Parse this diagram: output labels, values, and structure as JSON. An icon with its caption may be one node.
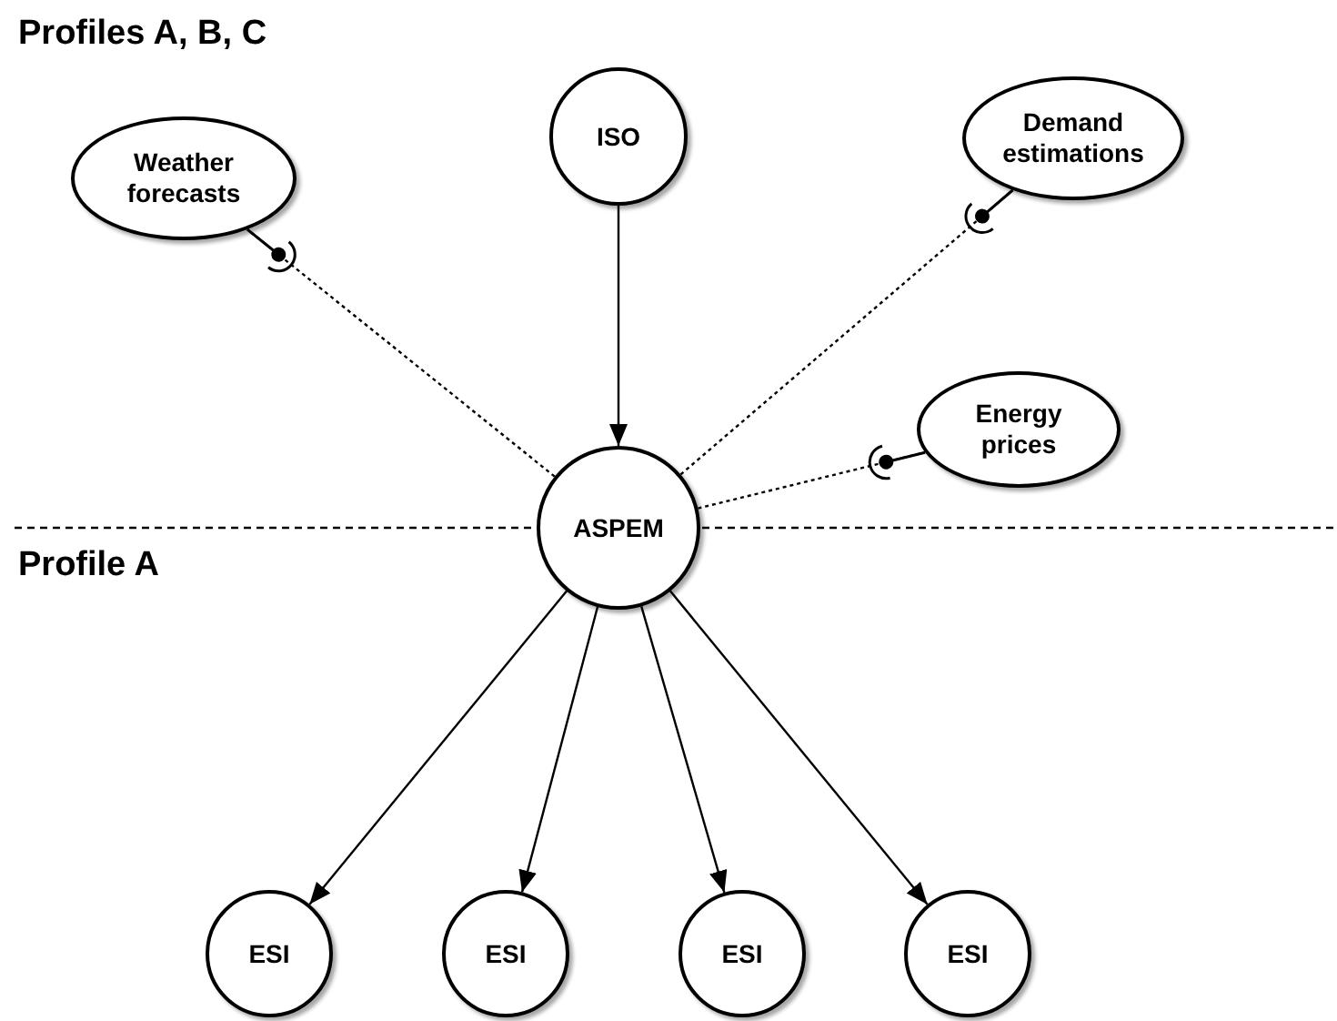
{
  "diagram": {
    "nodes": [
      {
        "text": [
          "ISO"
        ]
      },
      {
        "text": [
          "Weather forecasts"
        ]
      },
      {
        "text": [
          "Demand estimations"
        ]
      },
      {
        "text": [
          "Energy prices"
        ]
      },
      {
        "text": [
          "ASPEM"
        ]
      },
      {
        "text": [
          "ESI"
        ]
      },
      {
        "text": [
          "ESI"
        ]
      },
      {
        "text": [
          "ESI"
        ]
      },
      {
        "text": [
          "ESI"
        ]
      }
    ],
    "edges": [
      {
        "from": 0,
        "to": 4,
        "arrow": "to"
      },
      {
        "from": 4,
        "to": 1,
        "arrow": "other",
        "style": "dashed"
      },
      {
        "from": 4,
        "to": 2,
        "arrow": "other",
        "style": "dashed"
      },
      {
        "from": 4,
        "to": 3,
        "arrow": "other",
        "style": "dashed"
      },
      {
        "from": 4,
        "to": 5,
        "arrow": "to"
      },
      {
        "from": 4,
        "to": 6,
        "arrow": "to"
      },
      {
        "from": 4,
        "to": 7,
        "arrow": "to"
      },
      {
        "from": 4,
        "to": 8,
        "arrow": "to"
      }
    ],
    "labels": [
      "Profiles A, B, C",
      "Profile A"
    ]
  }
}
